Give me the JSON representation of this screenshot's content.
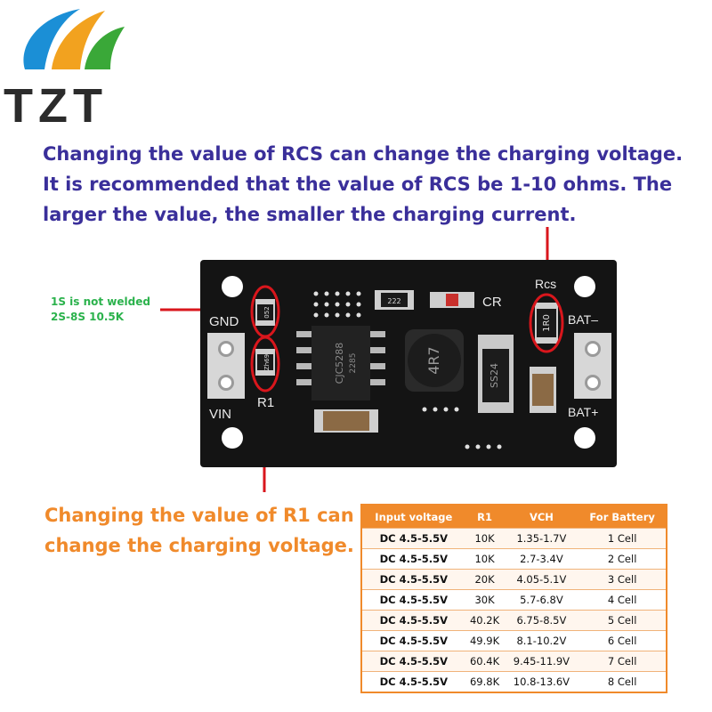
{
  "logo": {
    "text": "TZT"
  },
  "headline": "Changing the value of RCS can change the charging voltage. It is recommended that the value of RCS be 1-10 ohms. The larger the value, the smaller the charging current.",
  "note": {
    "line1": "1S is not welded",
    "line2": "2S-8S 10.5K"
  },
  "caption_r1": "Changing the value of R1 can change the charging voltage.",
  "pcb_labels": {
    "gnd": "GND",
    "vin": "VIN",
    "r1": "R1",
    "rcs": "Rcs",
    "cr": "CR",
    "bat_minus": "BAT–",
    "bat_plus": "BAT+",
    "chip": "CJC5288",
    "chip2": "2285",
    "inductor": "4R7",
    "diode": "SS24",
    "res_222": "222",
    "res_052": "052",
    "res_r1": "Zh69",
    "res_rcs": "1R0"
  },
  "colors": {
    "headline": "#3a2f9a",
    "note": "#2bb24c",
    "accent": "#f08a2b",
    "marker": "#d9161c",
    "pcb": "#141414"
  },
  "table": {
    "headers": [
      "Input voltage",
      "R1",
      "VCH",
      "For Battery"
    ],
    "rows": [
      [
        "DC 4.5-5.5V",
        "10K",
        "1.35-1.7V",
        "1 Cell"
      ],
      [
        "DC 4.5-5.5V",
        "10K",
        "2.7-3.4V",
        "2 Cell"
      ],
      [
        "DC 4.5-5.5V",
        "20K",
        "4.05-5.1V",
        "3 Cell"
      ],
      [
        "DC 4.5-5.5V",
        "30K",
        "5.7-6.8V",
        "4 Cell"
      ],
      [
        "DC 4.5-5.5V",
        "40.2K",
        "6.75-8.5V",
        "5 Cell"
      ],
      [
        "DC 4.5-5.5V",
        "49.9K",
        "8.1-10.2V",
        "6 Cell"
      ],
      [
        "DC 4.5-5.5V",
        "60.4K",
        "9.45-11.9V",
        "7 Cell"
      ],
      [
        "DC 4.5-5.5V",
        "69.8K",
        "10.8-13.6V",
        "8 Cell"
      ]
    ]
  }
}
